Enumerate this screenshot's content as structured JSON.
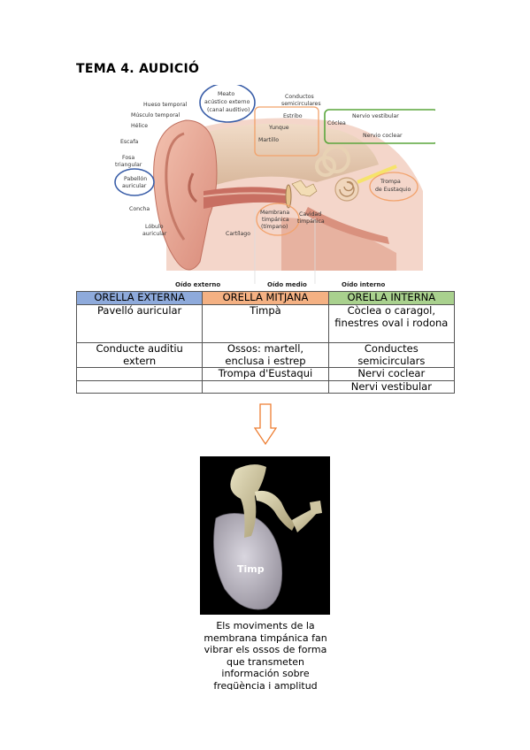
{
  "title": "TEMA 4. AUDICIÓ",
  "figure": {
    "labels": {
      "hueso_temporal": "Hueso temporal",
      "musculo_temporal": "Músculo temporal",
      "helice": "Hélice",
      "escafa": "Escafa",
      "fosa": "Fosa",
      "triangular": "triangular",
      "pabellon": "Pabellón",
      "auricular": "auricular",
      "concha": "Concha",
      "lobulo": "Lóbulo",
      "lobulo_auricular": "auricular",
      "meato_1": "Meato",
      "meato_2": "acústico externo",
      "meato_3": "(canal auditivo)",
      "conductos_1": "Conductos",
      "conductos_2": "semicirculares",
      "estribo": "Estribo",
      "yunque": "Yunque",
      "martillo": "Martillo",
      "coclea": "Cóclea",
      "nervio_vestibular": "Nervio vestibular",
      "nervio_coclear": "Nervio coclear",
      "trompa_1": "Trompa",
      "trompa_2": "de Eustaquio",
      "membrana_1": "Membrana",
      "membrana_2": "timpánica",
      "membrana_3": "(tímpano)",
      "cavidad_1": "Cavidad",
      "cavidad_2": "timpánica",
      "cartilago": "Cartílago",
      "oido_externo": "Oído externo",
      "oido_medio": "Oído medio",
      "oido_interno": "Oído interno"
    },
    "colors": {
      "external_highlight": "#3a5ea8",
      "middle_highlight": "#f2a26b",
      "inner_highlight": "#5aa63c"
    }
  },
  "table": {
    "headers": [
      "ORELLA EXTERNA",
      "ORELLA MITJANA",
      "ORELLA INTERNA"
    ],
    "header_colors": [
      "#8eaadb",
      "#f4b183",
      "#a9d18e"
    ],
    "rows": [
      [
        "Pavelló auricular",
        "Timpà",
        "Còclea o caragol, finestres oval i rodona"
      ],
      [
        "Conducte auditiu extern",
        "Ossos: martell, enclusa i estrep",
        "Conductes semicirculars"
      ],
      [
        "",
        "Trompa d'Eustaqui",
        "Nervi coclear"
      ],
      [
        "",
        "",
        "Nervi vestibular"
      ]
    ]
  },
  "photo": {
    "label": "Timp"
  },
  "caption": "Els moviments de la membrana timpánica fan vibrar els ossos de forma que transmeten información sobre freqüència i amplitud"
}
